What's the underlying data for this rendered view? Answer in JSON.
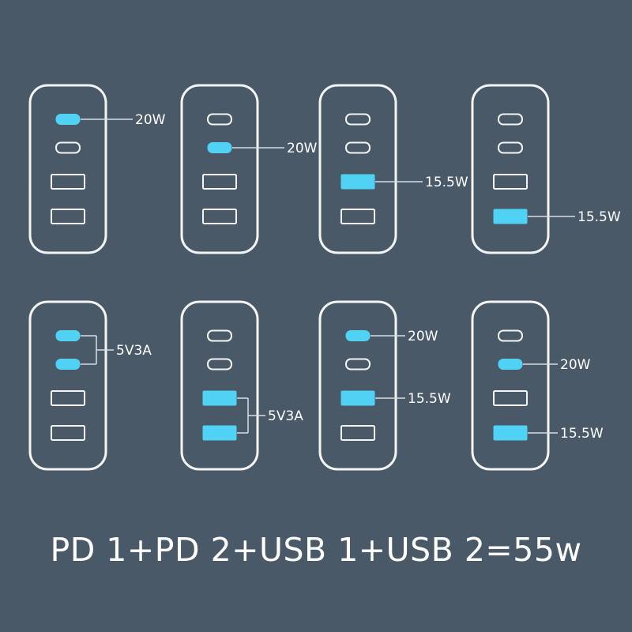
{
  "theme": {
    "background": "#4a5968",
    "outline": "#f2f4f6",
    "active_port": "#4fd2f4",
    "label_line": "#d8dde2",
    "text": "#ffffff"
  },
  "port_types": [
    "usb-c",
    "usb-c",
    "usb-a",
    "usb-a"
  ],
  "configurations": [
    {
      "row": 1,
      "active_ports": [
        0
      ],
      "label": "20W",
      "connector": "single"
    },
    {
      "row": 1,
      "active_ports": [
        1
      ],
      "label": "20W",
      "connector": "single"
    },
    {
      "row": 1,
      "active_ports": [
        2
      ],
      "label": "15.5W",
      "connector": "single"
    },
    {
      "row": 1,
      "active_ports": [
        3
      ],
      "label": "15.5W",
      "connector": "single"
    },
    {
      "row": 2,
      "active_ports": [
        0,
        1
      ],
      "label": "5V3A",
      "connector": "bracket"
    },
    {
      "row": 2,
      "active_ports": [
        2,
        3
      ],
      "label": "5V3A",
      "connector": "bracket"
    },
    {
      "row": 2,
      "active_ports": [
        0,
        2
      ],
      "labels": [
        "20W",
        "15.5W"
      ],
      "connector": "each"
    },
    {
      "row": 2,
      "active_ports": [
        1,
        3
      ],
      "labels": [
        "20W",
        "15.5W"
      ],
      "connector": "each"
    }
  ],
  "caption": "PD 1+PD 2+USB 1+USB 2=55w"
}
